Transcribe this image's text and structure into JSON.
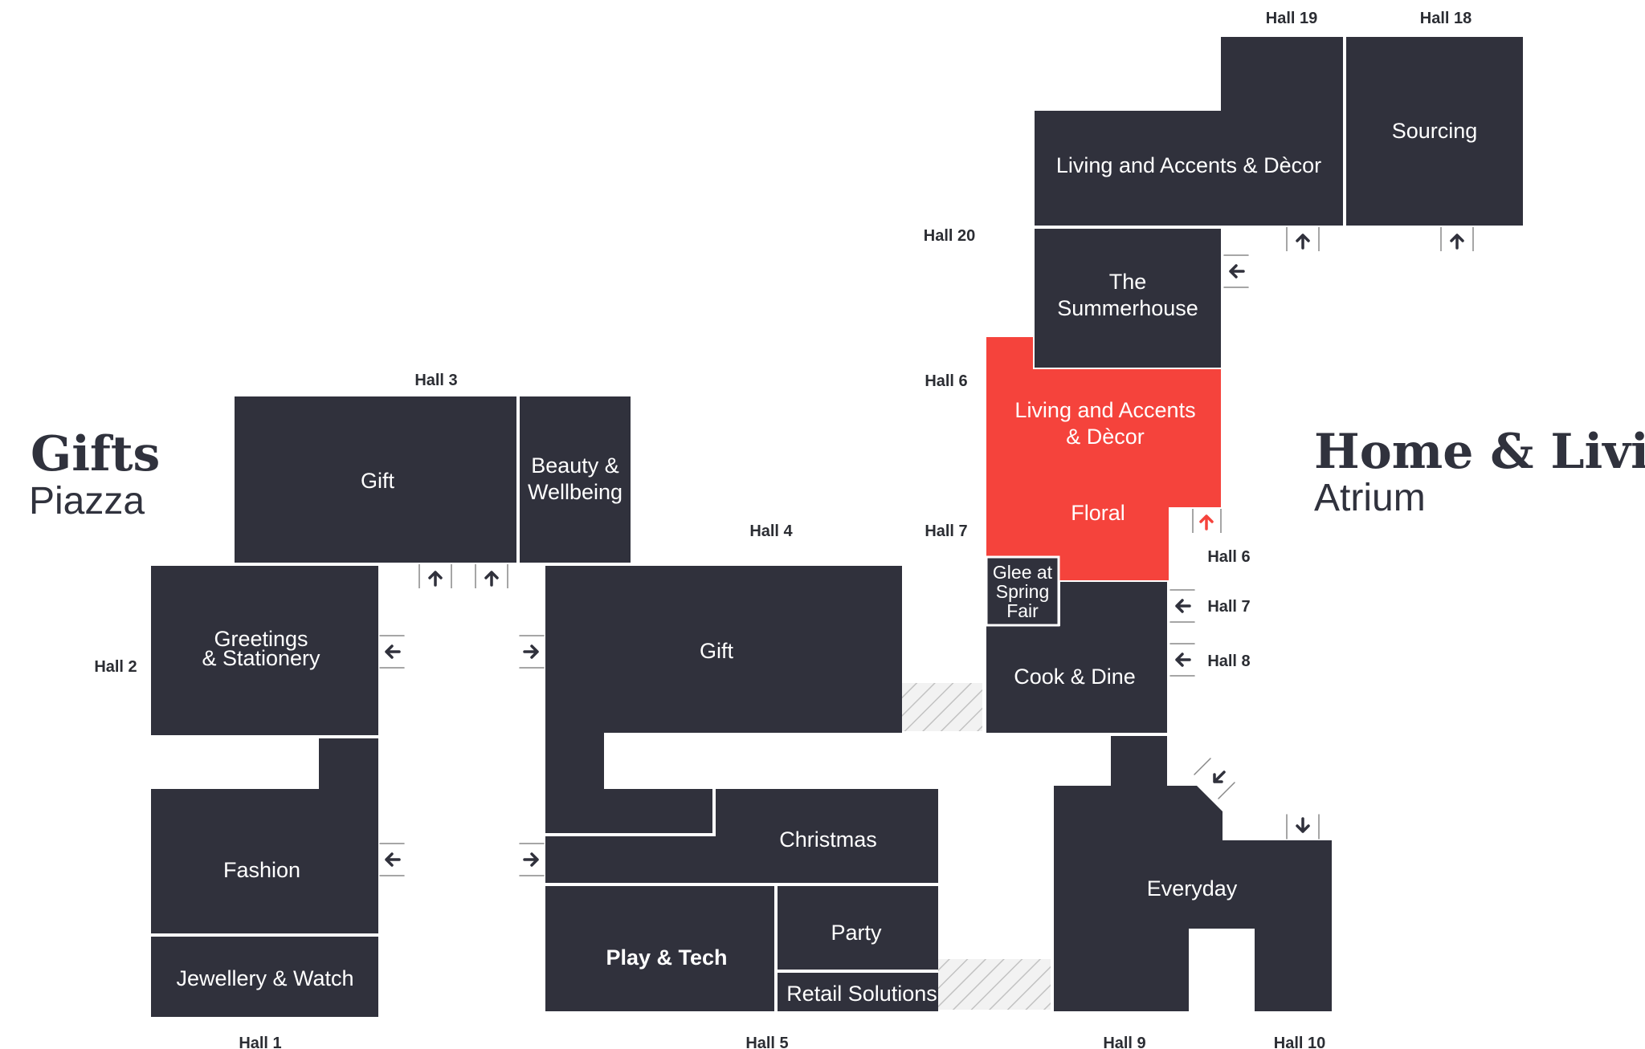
{
  "areas": {
    "gifts": {
      "title": "Gifts",
      "subtitle": "Piazza"
    },
    "home": {
      "title": "Home & Living",
      "subtitle": "Atrium"
    }
  },
  "zones": {
    "sourcing": {
      "label": "Sourcing"
    },
    "living_accents_top": {
      "label": "Living and Accents & Dècor"
    },
    "summerhouse": {
      "line1": "The",
      "line2": "Summerhouse"
    },
    "living_accents_red": {
      "line1": "Living and Accents",
      "line2": "& Dècor"
    },
    "floral": {
      "label": "Floral"
    },
    "glee": {
      "line1": "Glee at",
      "line2": "Spring",
      "line3": "Fair"
    },
    "cook_dine": {
      "label": "Cook & Dine"
    },
    "gift_hall3": {
      "label": "Gift"
    },
    "beauty": {
      "line1": "Beauty &",
      "line2": "Wellbeing"
    },
    "greetings": {
      "line1": "Greetings",
      "line2": "& Stationery"
    },
    "gift_hall4": {
      "label": "Gift"
    },
    "fashion": {
      "label": "Fashion"
    },
    "jewellery": {
      "label": "Jewellery & Watch"
    },
    "christmas": {
      "label": "Christmas"
    },
    "play_tech": {
      "label": "Play & Tech"
    },
    "party": {
      "label": "Party"
    },
    "retail": {
      "label": "Retail Solutions"
    },
    "everyday": {
      "label": "Everyday"
    }
  },
  "halls": {
    "h19": "Hall 19",
    "h18": "Hall 18",
    "h20": "Hall 20",
    "h6_left": "Hall 6",
    "h7_left": "Hall 7",
    "h3": "Hall 3",
    "h4": "Hall 4",
    "h6_right": "Hall 6",
    "h7_right": "Hall 7",
    "h8": "Hall 8",
    "h2": "Hall 2",
    "h1": "Hall 1",
    "h5": "Hall 5",
    "h9": "Hall 9",
    "h10": "Hall 10"
  },
  "colors": {
    "zone": "#30313c",
    "highlight": "#f5433c",
    "text_dark": "#2b2d33",
    "hatch": "#bdbdbd"
  }
}
